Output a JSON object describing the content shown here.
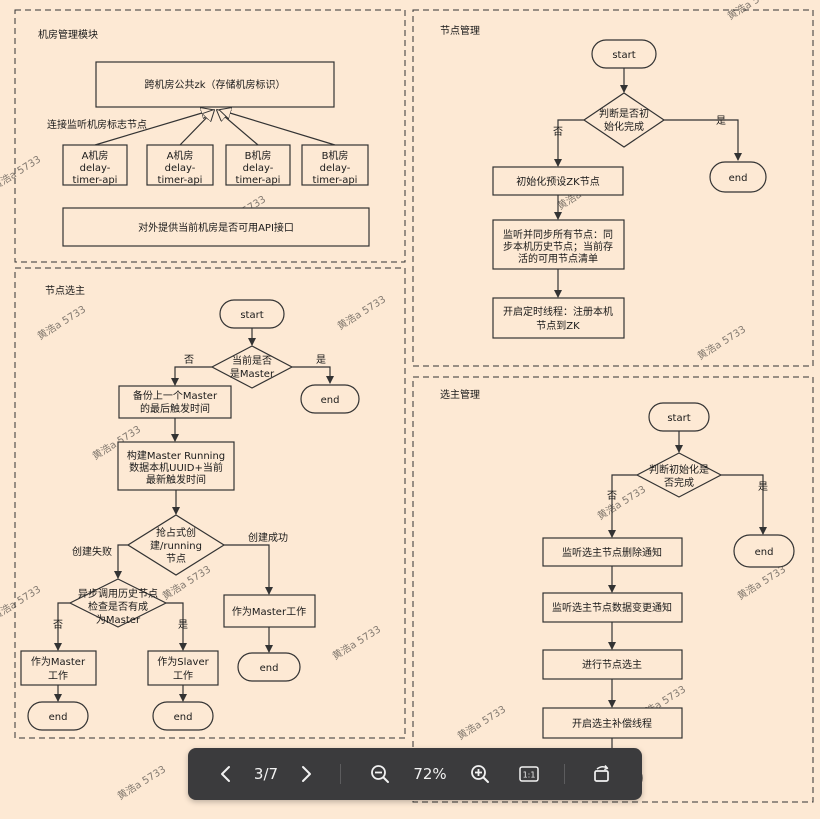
{
  "panels": {
    "room": {
      "title": "机房管理模块",
      "shared_zk": "跨机房公共zk（存储机房标识）",
      "link_label": "连接监听机房标志节点",
      "rooms": [
        [
          "A机房",
          "delay-",
          "timer-api"
        ],
        [
          "A机房",
          "delay-",
          "timer-api"
        ],
        [
          "B机房",
          "delay-",
          "timer-api"
        ],
        [
          "B机房",
          "delay-",
          "timer-api"
        ]
      ],
      "api": "对外提供当前机房是否可用API接口"
    },
    "node_mgmt": {
      "title": "节点管理",
      "start": "start",
      "check": [
        "判断是否初",
        "始化完成"
      ],
      "no": "否",
      "yes": "是",
      "end": "end",
      "init": "初始化预设ZK节点",
      "listen": [
        "监听并同步所有节点：同",
        "步本机历史节点；当前存",
        "活的可用节点清单"
      ],
      "timer": [
        "开启定时线程：注册本机",
        "节点到ZK"
      ]
    },
    "election": {
      "title": "节点选主",
      "start": "start",
      "check": [
        "当前是否",
        "是Master"
      ],
      "no": "否",
      "yes": "是",
      "end": "end",
      "backup": [
        "备份上一个Master",
        "的最后触发时间"
      ],
      "build": [
        "构建Master Running",
        "数据本机UUID+当前",
        "最新触发时间"
      ],
      "create": [
        "抢占式创",
        "建/running",
        "节点"
      ],
      "fail": "创建失败",
      "success": "创建成功",
      "async": [
        "异步调用历史节点",
        "检查是否有成",
        "为Master"
      ],
      "as_master_right": "作为Master工作",
      "as_master_left": [
        "作为Master",
        "工作"
      ],
      "as_slaver": [
        "作为Slaver",
        "工作"
      ]
    },
    "elect_mgmt": {
      "title": "选主管理",
      "start": "start",
      "check": [
        "判断初始化是",
        "否完成"
      ],
      "no": "否",
      "yes": "是",
      "end": "end",
      "steps": [
        "监听选主节点删除通知",
        "监听选主节点数据变更通知",
        "进行节点选主",
        "开启选主补偿线程"
      ]
    },
    "watermark": "黄浩a 5733"
  },
  "toolbar": {
    "page_indicator": "3/7",
    "zoom": "72%",
    "actual_size": "1:1",
    "icons": [
      "chevron-left-icon",
      "chevron-right-icon",
      "zoom-out-icon",
      "zoom-in-icon",
      "actual-size-icon",
      "rotate-icon"
    ]
  },
  "colors": {
    "background": "#fde9d4",
    "toolbar": "#3b3b3d",
    "line": "#333333"
  }
}
